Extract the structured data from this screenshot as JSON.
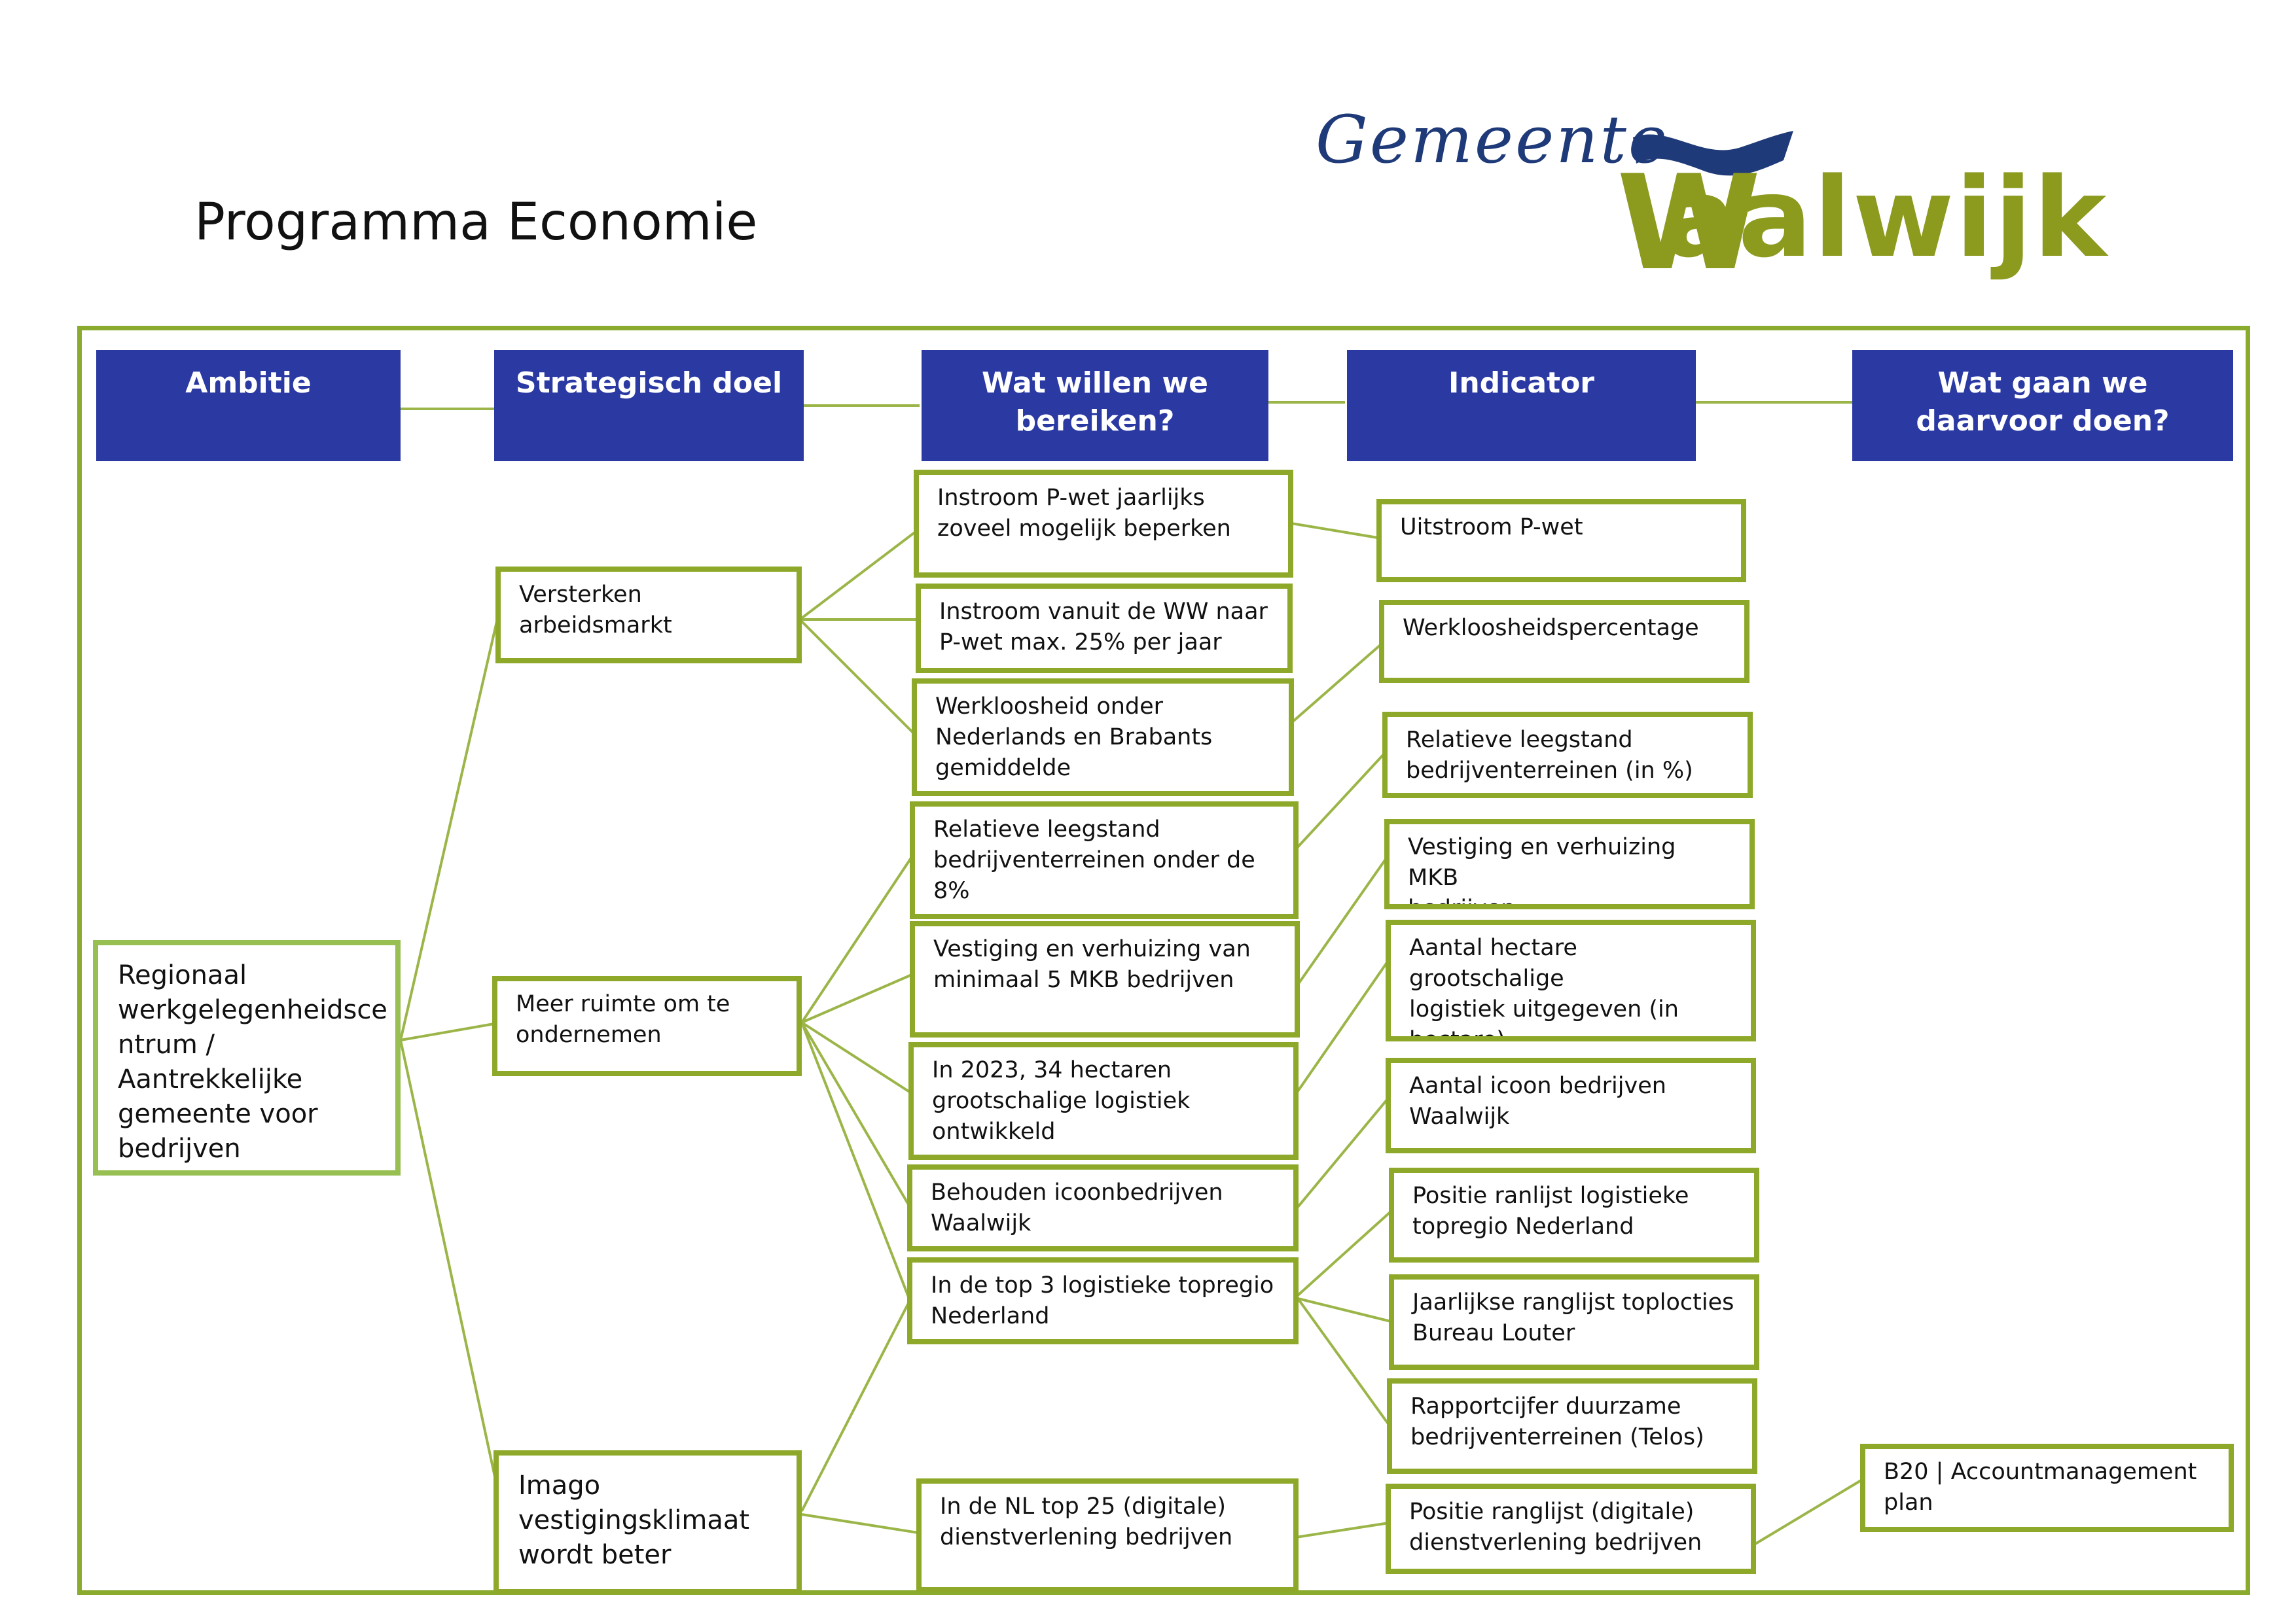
{
  "page": {
    "title": "Programma Economie"
  },
  "logo": {
    "gemeente": "Gemeente",
    "w": "W",
    "waalwijk": "aalwijk"
  },
  "headers": {
    "ambitie": "Ambitie",
    "strategisch_doel": "Strategisch doel",
    "wat_willen": "Wat willen we bereiken?",
    "indicator": "Indicator",
    "wat_gaan": "Wat gaan we daarvoor doen?"
  },
  "ambitie": {
    "regionaal": "Regionaal\nwerkgelegenheidsce\nntrum /\nAantrekkelijke\ngemeente voor\nbedrijven"
  },
  "doelen": {
    "arbeidsmarkt": "Versterken\narbeidsmarkt",
    "ruimte": "Meer ruimte om te\nondernemen",
    "imago": "Imago\nvestigingsklimaat\nwordt beter"
  },
  "bereiken": {
    "pwet": "Instroom P-wet jaarlijks\nzoveel mogelijk beperken",
    "ww": "Instroom vanuit de WW naar\nP-wet max. 25% per jaar",
    "werkloosheid": "Werkloosheid onder\nNederlands en Brabants\ngemiddelde",
    "leegstand": "Relatieve leegstand\nbedrijventerreinen onder de\n8%",
    "vestiging": "Vestiging en verhuizing van\nminimaal 5 MKB bedrijven",
    "hectaren": "In 2023, 34 hectaren\ngrootschalige logistiek\nontwikkeld",
    "icoon": "Behouden icoonbedrijven\nWaalwijk",
    "top3": "In de top 3 logistieke topregio\nNederland",
    "top25": "In de NL top 25 (digitale)\ndienstverlening bedrijven"
  },
  "indicatoren": {
    "uitstroom": "Uitstroom P-wet",
    "werkloosheid": "Werkloosheidspercentage",
    "leegstand": "Relatieve leegstand\nbedrijventerreinen (in %)",
    "vestiging": "Vestiging en verhuizing MKB\nbedrijven",
    "hectare": "Aantal hectare grootschalige\nlogistiek uitgegeven (in\nhectare)",
    "icoon": "Aantal icoon bedrijven\nWaalwijk",
    "ranlijst": "Positie ranlijst logistieke\ntopregio Nederland",
    "ranglijst_louter": "Jaarlijkse ranglijst toplocties\nBureau Louter",
    "rapportcijfer": "Rapportcijfer duurzame\nbedrijventerreinen (Telos)",
    "dienstverlening": "Positie ranglijst (digitale)\ndienstverlening bedrijven"
  },
  "acties": {
    "b20": "B20 | Accountmanagement\nplan"
  },
  "colors": {
    "header_blue": "#2b39a3",
    "box_green": "#8ea92a",
    "line_green": "#9bb548"
  }
}
